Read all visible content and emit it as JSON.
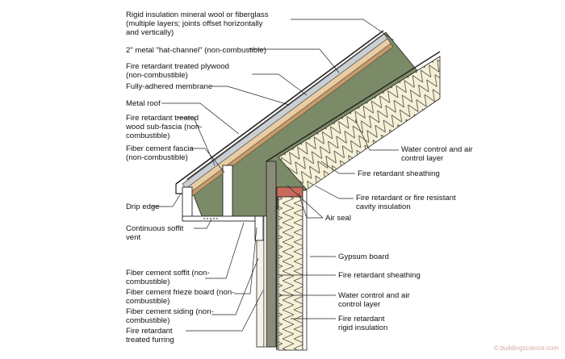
{
  "labels": {
    "rigid_insulation": "Rigid insulation mineral wool or fiberglass\n(multiple layers; joints offset horizontally\nand vertically)",
    "hat_channel": "2\" metal \"hat-channel\" (non-combustible)",
    "plywood": "Fire retardant treated plywood\n(non-combustible)",
    "membrane": "Fully-adhered membrane",
    "metal_roof": "Metal roof",
    "sub_fascia": "Fire retardant treated\nwood sub-fascia (non-\ncombustible)",
    "fascia": "Fiber cement fascia\n(non-combustible)",
    "drip_edge": "Drip edge",
    "soffit_vent": "Continuous soffit\nvent",
    "soffit": "Fiber cement soffit (non-\ncombustible)",
    "frieze": "Fiber cement frieze board (non-\ncombustible)",
    "siding": "Fiber cement siding (non-\ncombustible)",
    "furring": "Fire retardant\ntreated furring",
    "water_control_roof": "Water control and air\ncontrol layer",
    "sheathing_roof": "Fire retardant sheathing",
    "cavity_insulation": "Fire retardant or fire resistant\ncavity insulation",
    "air_seal": "Air seal",
    "gypsum": "Gypsum board",
    "sheathing_wall": "Fire retardant sheathing",
    "water_control_wall": "Water control and air\ncontrol layer",
    "rigid_wall": "Fire retardant\nrigid insulation"
  },
  "credit": "© buildingscience.com",
  "colors": {
    "rigid": "#7c8b67",
    "plywood": "#e8cda4",
    "membrane": "#c79a6a",
    "metal": "#8fa0ad",
    "wall_panel": "#f4f1e6",
    "stud": "#8a8c79",
    "header": "#c96b5a",
    "insulation": "#f6f0d6",
    "line": "#222222"
  }
}
